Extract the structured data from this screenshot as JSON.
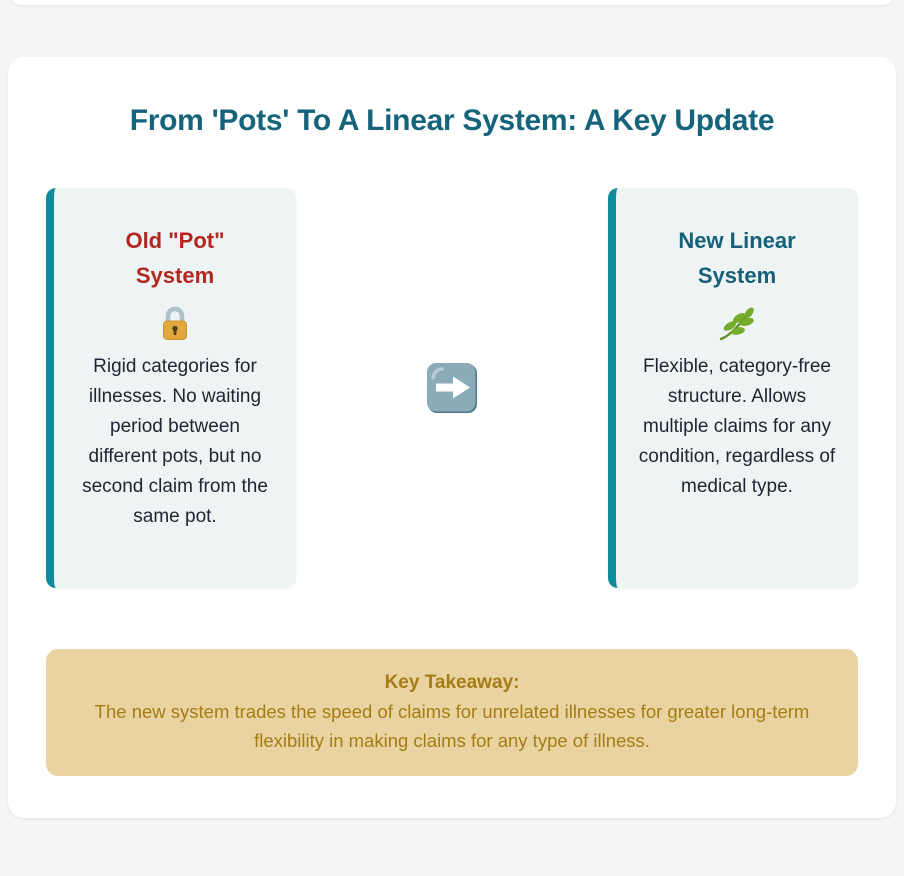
{
  "page": {
    "title": "From 'Pots' To A Linear System: A Key Update"
  },
  "cards": {
    "old": {
      "title": "Old \"Pot\" System",
      "icon": "lock-icon",
      "body": "Rigid categories for illnesses. No waiting period between different pots, but no second claim from the same pot."
    },
    "arrow_icon": "right-arrow-icon",
    "new": {
      "title": "New Linear System",
      "icon": "herb-icon",
      "body": "Flexible, category-free structure. Allows multiple claims for any condition, regardless of medical type."
    }
  },
  "takeaway": {
    "title": "Key Takeaway:",
    "body": "The new system trades the speed of claims for unrelated illnesses for greater long-term flexibility in making claims for any type of illness."
  },
  "colors": {
    "page_background": "#f4f5f7",
    "panel_background": "#ffffff",
    "title_teal": "#16647c",
    "old_title_red": "#b22720",
    "new_title_teal": "#16607a",
    "card_background": "#eef4f4",
    "card_accent_border": "#0e8c9c",
    "takeaway_background": "#e9d3a0",
    "takeaway_text": "#a67c15",
    "body_text": "#1e2530",
    "arrow_square": "#8cabb9"
  }
}
